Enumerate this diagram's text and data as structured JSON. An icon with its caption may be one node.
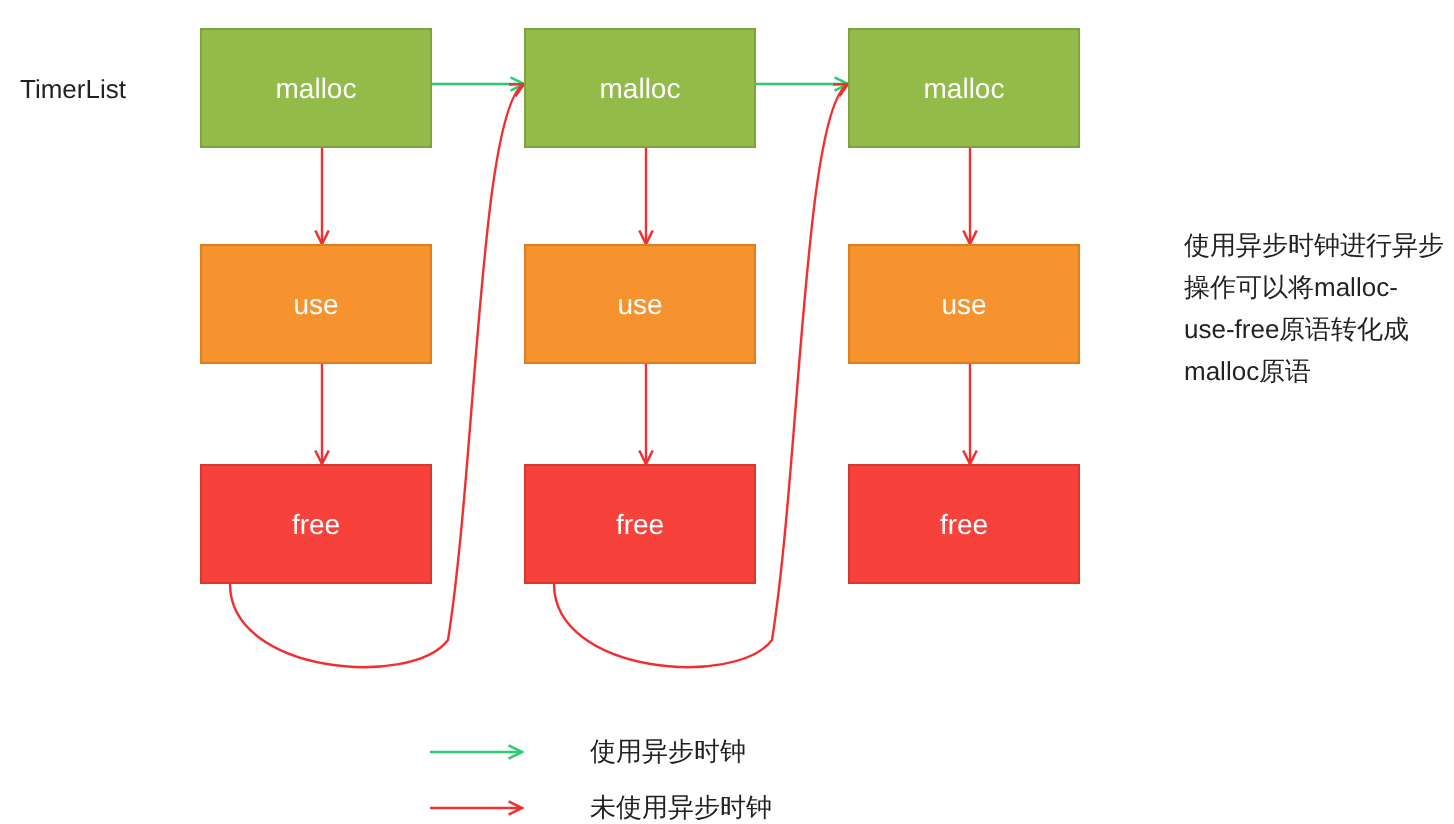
{
  "diagram": {
    "nodes": [
      {
        "text": [
          "malloc"
        ]
      },
      {
        "text": [
          "use"
        ]
      },
      {
        "text": [
          "free"
        ]
      },
      {
        "text": [
          "malloc"
        ]
      },
      {
        "text": [
          "use"
        ]
      },
      {
        "text": [
          "free"
        ]
      },
      {
        "text": [
          "malloc"
        ]
      },
      {
        "text": [
          "use"
        ]
      },
      {
        "text": [
          "free"
        ]
      }
    ],
    "edges": [
      {
        "from": 0,
        "to": 1,
        "arrow": "to"
      },
      {
        "from": 1,
        "to": 2,
        "arrow": "to"
      },
      {
        "from": 3,
        "to": 4,
        "arrow": "to"
      },
      {
        "from": 4,
        "to": 5,
        "arrow": "to"
      },
      {
        "from": 6,
        "to": 7,
        "arrow": "to"
      },
      {
        "from": 7,
        "to": 8,
        "arrow": "to"
      },
      {
        "from": 0,
        "to": 3,
        "arrow": "to",
        "color": "#2ecc71"
      },
      {
        "from": 3,
        "to": 6,
        "arrow": "to",
        "color": "#2ecc71"
      },
      {
        "from": 2,
        "to": 3,
        "arrow": "to"
      },
      {
        "from": 5,
        "to": 6,
        "arrow": "to"
      }
    ],
    "labels": [
      "TimerList",
      "使用异步时钟进行异步操作可以将malloc-use-free原语转化成malloc原语"
    ],
    "legend": [
      {
        "text": "使用异步时钟"
      },
      {
        "text": "未使用异步时钟"
      }
    ]
  }
}
